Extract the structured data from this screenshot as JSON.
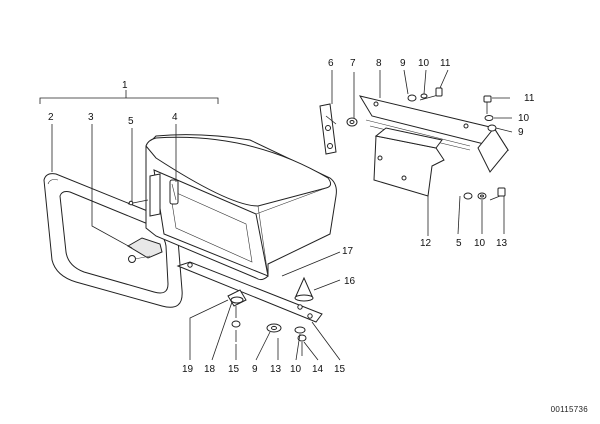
{
  "callouts": {
    "c1": "1",
    "c2": "2",
    "c3": "3",
    "c4": "4",
    "c5a": "5",
    "c6": "6",
    "c7": "7",
    "c8a": "8",
    "c9a": "9",
    "c10a": "10",
    "c11a": "11",
    "c11b": "11",
    "c10b": "10",
    "c9b": "9",
    "c12": "12",
    "c5b": "5",
    "c10c": "10",
    "c13a": "13",
    "c16": "16",
    "c17": "17",
    "c19": "19",
    "c18": "18",
    "c15a": "15",
    "c9c": "9",
    "c13b": "13",
    "c10d": "10",
    "c14": "14",
    "c15b": "15"
  },
  "diagram_id": "00115736"
}
